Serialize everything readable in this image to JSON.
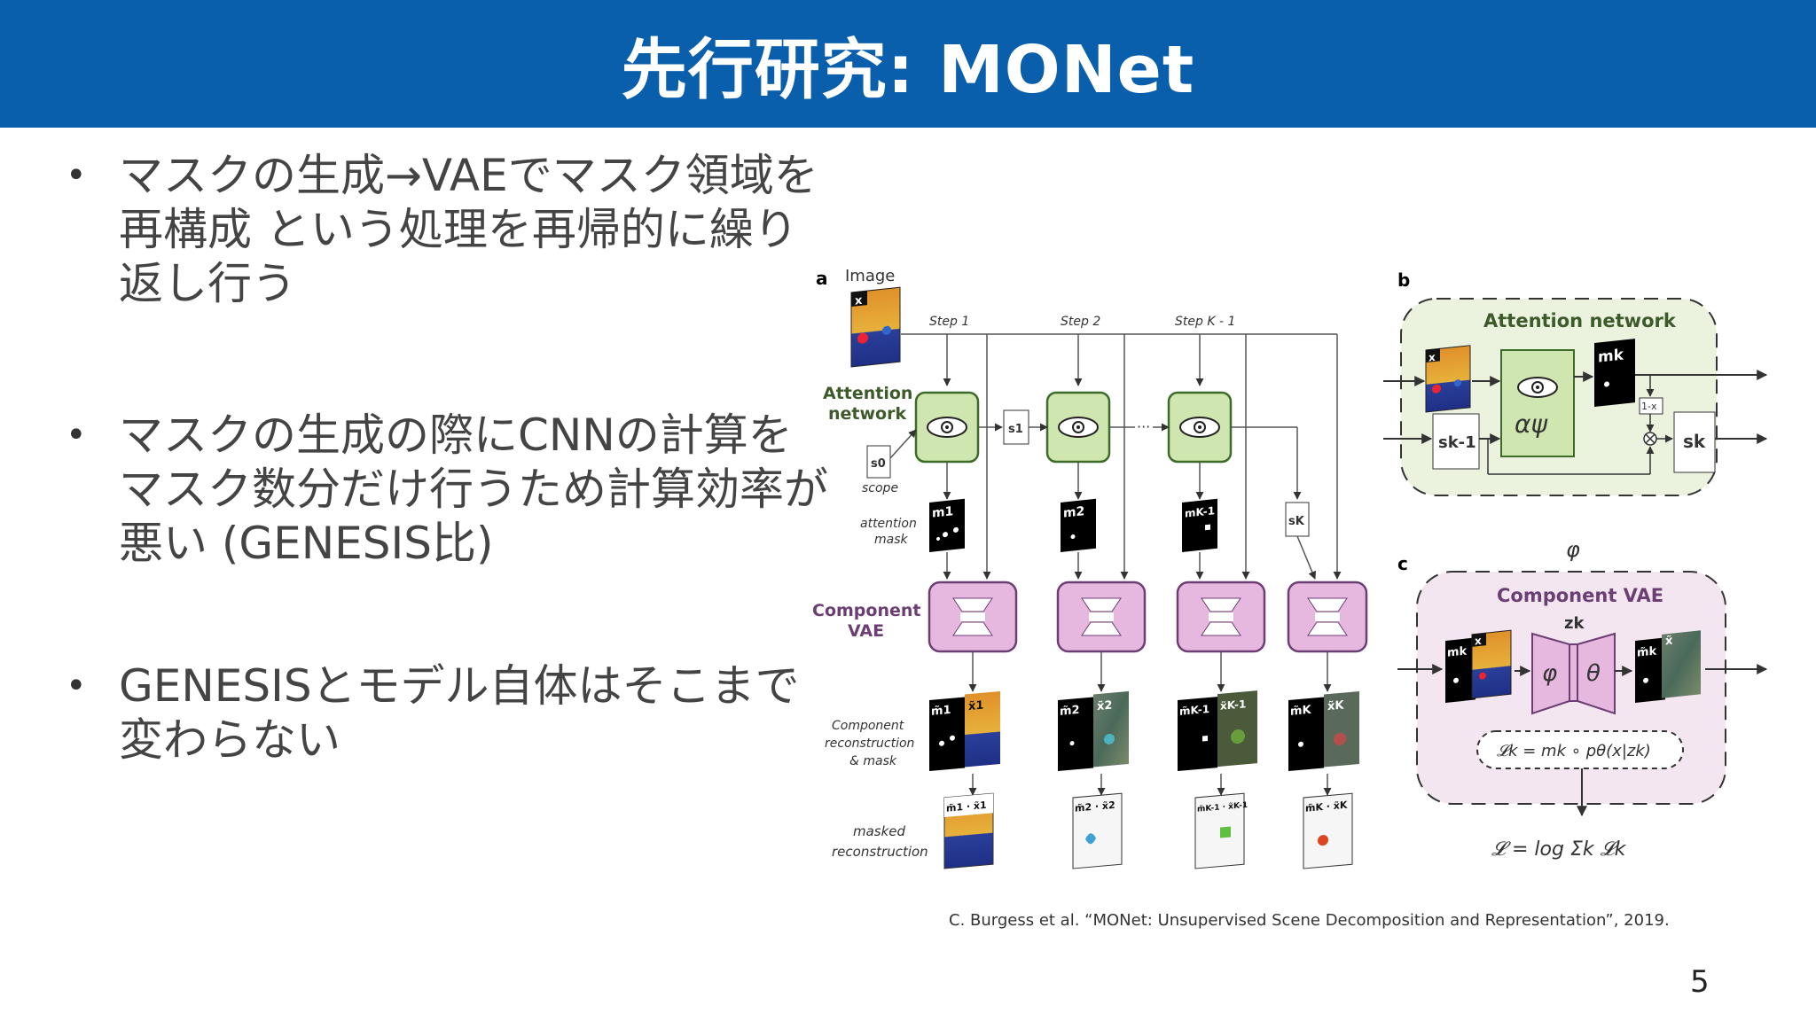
{
  "slide": {
    "title": "先行研究: MONet",
    "bullets": [
      "マスクの生成→VAEでマスク領域を再構成 という処理を再帰的に繰り返し行う",
      "マスクの生成の際にCNNの計算をマスク数分だけ行うため計算効率が悪い (GENESIS比)",
      "GENESISとモデル自体はそこまで変わらない"
    ],
    "citation": "C. Burgess et al. “MONet: Unsupervised Scene Decomposition and Representation”, 2019.",
    "page_number": "5"
  },
  "figure": {
    "panel_a": {
      "letter": "a",
      "image_label": "Image",
      "x_label": "x",
      "steps": [
        "Step 1",
        "Step 2",
        "Step K - 1"
      ],
      "attention_network": [
        "Attention",
        "network"
      ],
      "s0": "s0",
      "s1": "s1",
      "sK": "sK",
      "dots": "···",
      "scope": "scope",
      "attention_mask": [
        "attention",
        "mask"
      ],
      "masks": [
        "m1",
        "m2",
        "mK-1"
      ],
      "component_vae": [
        "Component",
        "VAE"
      ],
      "component_reconstruction": [
        "Component",
        "reconstruction",
        "& mask"
      ],
      "recon_labels": [
        {
          "m": "m̃1",
          "x": "x̃1"
        },
        {
          "m": "m̃2",
          "x": "x̃2"
        },
        {
          "m": "m̃K-1",
          "x": "x̃K-1"
        },
        {
          "m": "m̃K",
          "x": "x̃K"
        }
      ],
      "masked_reconstruction": [
        "masked",
        "reconstruction"
      ],
      "masked_labels": [
        "m̃1 · x̃1",
        "m̃2 · x̃2",
        "m̃K-1 · x̃K-1",
        "m̃K · x̃K"
      ]
    },
    "panel_b": {
      "letter": "b",
      "title": "Attention network",
      "x_label": "x",
      "mk": "mk",
      "alpha": "αψ",
      "one_minus_x": "1-x",
      "sk_minus_1": "sk-1",
      "sk": "sk"
    },
    "panel_c": {
      "letter": "c",
      "phi_top": "φ",
      "title": "Component VAE",
      "zk": "zk",
      "mk": "mk",
      "x_label": "x",
      "phi": "φ",
      "theta": "θ",
      "mk_tilde": "m̃k",
      "xk_tilde": "x̃",
      "loss_k": "𝓛k = mk ∘ pθ(x|zk)",
      "loss_total": "𝓛 = log Σk 𝓛k"
    },
    "colors": {
      "title_bar": "#0a5fad",
      "attention_fill": "#cfe6b0",
      "attention_stroke": "#3d6b2a",
      "vae_fill": "#e6b7df",
      "vae_stroke": "#6b3f73",
      "panel_b_bg": "#ebf3df",
      "panel_c_bg": "#f4e6f1"
    },
    "icons": [
      "eye-icon",
      "encoder-decoder-icon",
      "multiply-icon"
    ]
  }
}
